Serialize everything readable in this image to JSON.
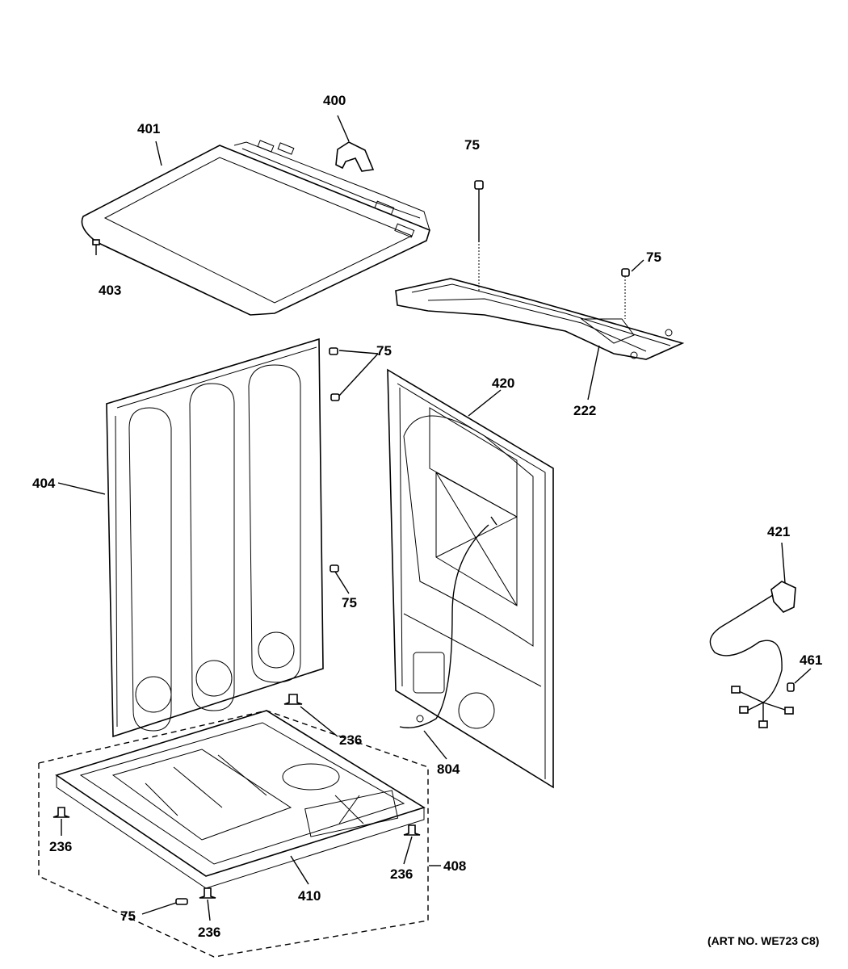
{
  "art_number": "(ART NO. WE723 C8)",
  "callouts": {
    "c400": "400",
    "c401": "401",
    "c403": "403",
    "c75_top": "75",
    "c75_mid": "75",
    "c75_panel_top": "75",
    "c75_panel_bottom": "75",
    "c75_base": "75",
    "c222": "222",
    "c420": "420",
    "c404": "404",
    "c421": "421",
    "c461": "461",
    "c236_right_panel": "236",
    "c236_left": "236",
    "c236_right": "236",
    "c236_bottom": "236",
    "c804": "804",
    "c408": "408",
    "c410": "410"
  }
}
